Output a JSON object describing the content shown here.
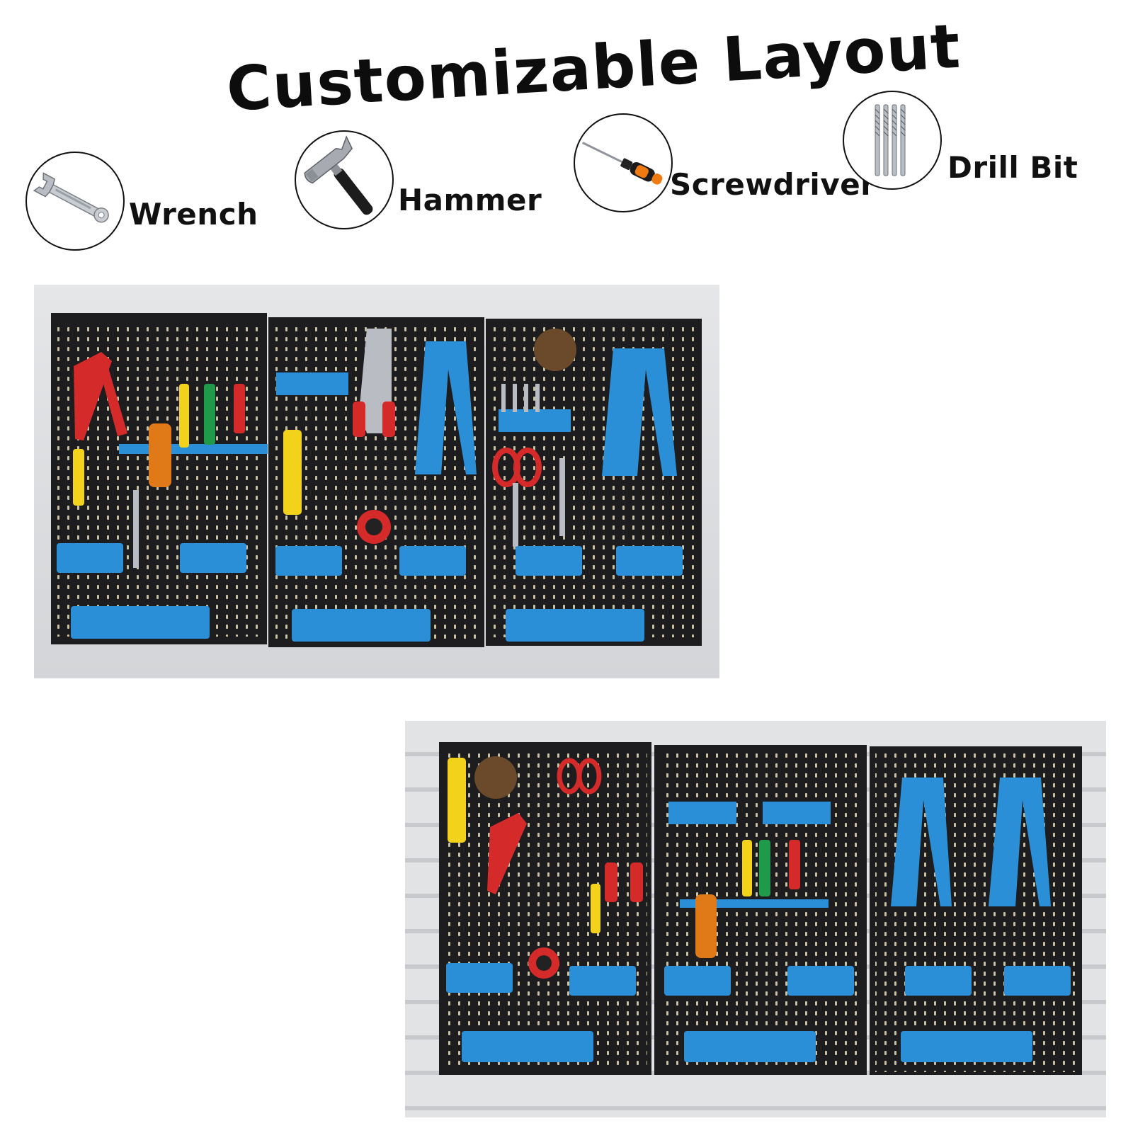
{
  "title": "Customizable Layout",
  "tools": [
    {
      "name": "Wrench",
      "icon": "wrench-icon"
    },
    {
      "name": "Hammer",
      "icon": "hammer-icon"
    },
    {
      "name": "Screwdriver",
      "icon": "screwdriver-icon"
    },
    {
      "name": "Drill Bit",
      "icon": "drill-bit-icon"
    }
  ],
  "colors": {
    "board": "#1d1d1f",
    "bin": "#2a8fd6",
    "bin_dark": "#1a6fb0",
    "accent_red": "#d42a2a",
    "accent_yellow": "#f2d21a",
    "wall_top": "#e3e4e6",
    "wall_bottom": "#d6d8db"
  },
  "photos": [
    {
      "name": "pegboard-layout-one"
    },
    {
      "name": "pegboard-layout-two"
    }
  ]
}
